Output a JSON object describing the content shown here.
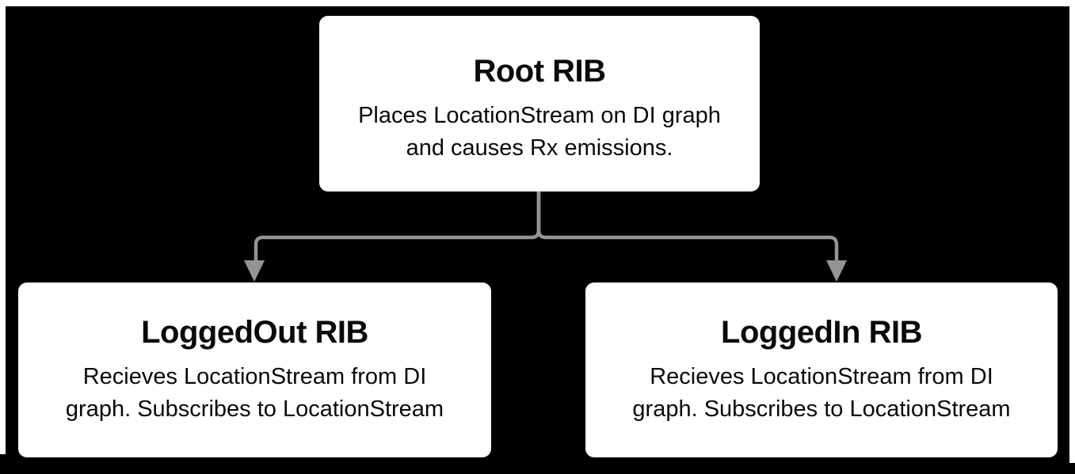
{
  "colors": {
    "canvas_background": "#000000",
    "frame": "#ffffff",
    "connector": "#949494",
    "node_background": "#ffffff",
    "text": "#0a0a0a"
  },
  "nodes": [
    {
      "title": "Root RIB",
      "line1": "Places LocationStream on DI graph",
      "line2": "and causes Rx emissions."
    },
    {
      "title": "LoggedOut RIB",
      "line1": "Recieves LocationStream from DI",
      "line2": "graph. Subscribes to LocationStream"
    },
    {
      "title": "LoggedIn RIB",
      "line1": "Recieves LocationStream from DI",
      "line2": "graph. Subscribes to LocationStream"
    }
  ]
}
